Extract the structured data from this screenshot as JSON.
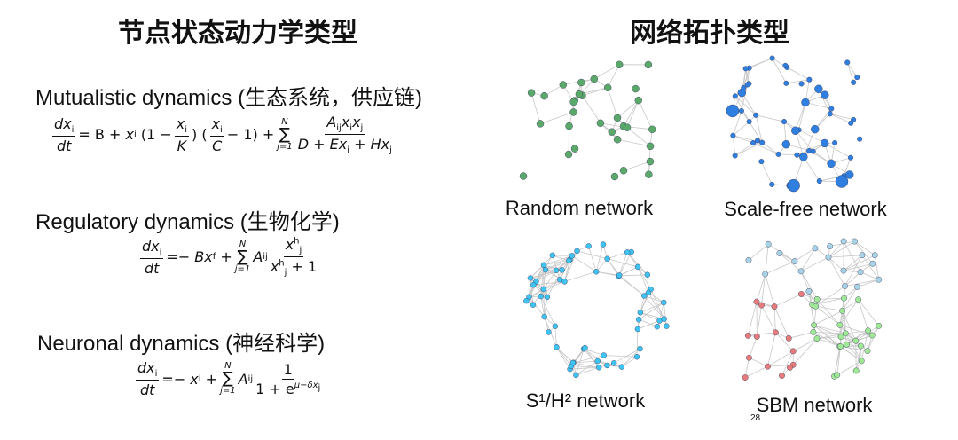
{
  "left_title": "节点状态动力学类型",
  "right_title": "网络拓扑类型",
  "dynamics": [
    {
      "label": "Mutualistic dynamics (生态系统，供应链)"
    },
    {
      "label": "Regulatory dynamics (生物化学)"
    },
    {
      "label": "Neuronal dynamics (神经科学)"
    }
  ],
  "eq": {
    "dx": "dx",
    "i": "i",
    "dt": "dt",
    "j": "j",
    "N": "N",
    "j1": "j=1",
    "eq1": {
      "eqB": "= B + ",
      "one_minus": "(1 −",
      "K": "K",
      "paren": ")",
      "open": "(",
      "C": "C",
      "minus1": "− 1) +",
      "A": "A",
      "ij": "ij",
      "den": "D + Ex",
      "den2": " + Hx"
    },
    "eq2": {
      "eqB": "=− Bx",
      "f": "f",
      "plus": "+",
      "A": "A",
      "ij": "ij",
      "x": "x",
      "h": "h",
      "plus1": " + 1"
    },
    "eq3": {
      "eqx": "=− x",
      "plus": "+",
      "A": "A",
      "ij": "ij",
      "one": "1",
      "den": "1 + e",
      "exp": "μ−δx"
    }
  },
  "networks": [
    {
      "label": "Random network",
      "color": "#5aa86a"
    },
    {
      "label": "Scale-free network",
      "color": "#2f7fe0"
    },
    {
      "label": "S¹/H² network",
      "color": "#3ec3f2"
    },
    {
      "label": "SBM network",
      "colors": [
        "#e67b7b",
        "#a8d3e6",
        "#9ee896"
      ]
    }
  ],
  "page_number": "28"
}
